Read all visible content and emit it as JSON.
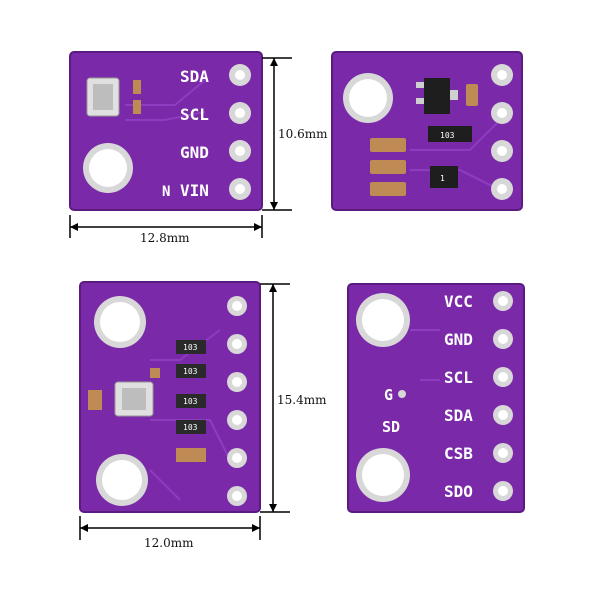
{
  "colors": {
    "pcb": "#7a2aa8",
    "pcb_edge": "#5a1a80",
    "trace": "#8e3cc0",
    "pad": "#d8d8d8",
    "silk": "#ffffff",
    "resistor": "#2a2a2a",
    "capacitor": "#c08a54",
    "dim_line": "#000000"
  },
  "board1": {
    "pins": [
      "SDA",
      "SCL",
      "GND",
      "VIN"
    ],
    "extra_mark": "N",
    "width_label": "12.8mm",
    "height_label": "10.6mm"
  },
  "board2": {
    "chip_label": "103",
    "small_label": "1"
  },
  "board3": {
    "resistors": [
      "103",
      "103",
      "103",
      "103"
    ],
    "width_label": "12.0mm",
    "height_label": "15.4mm"
  },
  "board4": {
    "pins": [
      "VCC",
      "GND",
      "SCL",
      "SDA",
      "CSB",
      "SDO"
    ],
    "jumper_labels": [
      "G",
      "SD"
    ]
  }
}
